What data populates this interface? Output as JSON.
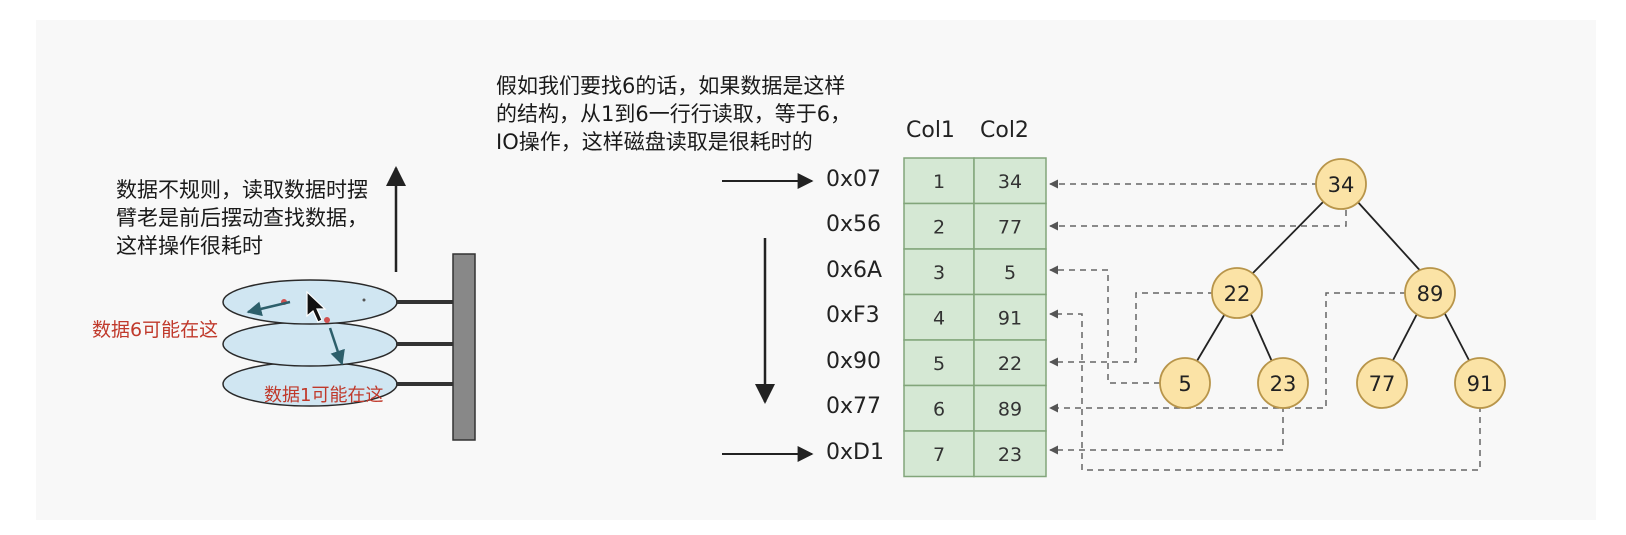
{
  "left_note": [
    "数据不规则，读取数据时摆",
    "臂老是前后摆动查找数据，",
    "这样操作很耗时"
  ],
  "disk_labels": {
    "data6": "数据6可能在这",
    "data1": "数据1可能在这"
  },
  "top_note": [
    "假如我们要找6的话，如果数据是这样",
    "的结构，从1到6一行行读取，等于6，",
    "IO操作，这样磁盘读取是很耗时的"
  ],
  "table": {
    "headers": [
      "Col1",
      "Col2"
    ],
    "rows": [
      {
        "addr": "0x07",
        "col1": "1",
        "col2": "34"
      },
      {
        "addr": "0x56",
        "col1": "2",
        "col2": "77"
      },
      {
        "addr": "0x6A",
        "col1": "3",
        "col2": "5"
      },
      {
        "addr": "0xF3",
        "col1": "4",
        "col2": "91"
      },
      {
        "addr": "0x90",
        "col1": "5",
        "col2": "22"
      },
      {
        "addr": "0x77",
        "col1": "6",
        "col2": "89"
      },
      {
        "addr": "0xD1",
        "col1": "7",
        "col2": "23"
      }
    ]
  },
  "tree": {
    "root": "34",
    "level2": [
      "22",
      "89"
    ],
    "level3": [
      "5",
      "23",
      "77",
      "91"
    ]
  },
  "colors": {
    "cell_fill": "#d5e8d4",
    "cell_border": "#82a57a",
    "node_fill": "#fbe3a6",
    "node_border": "#b8954a",
    "platter_fill": "#d0e6f2",
    "arm_gray": "#888888"
  }
}
